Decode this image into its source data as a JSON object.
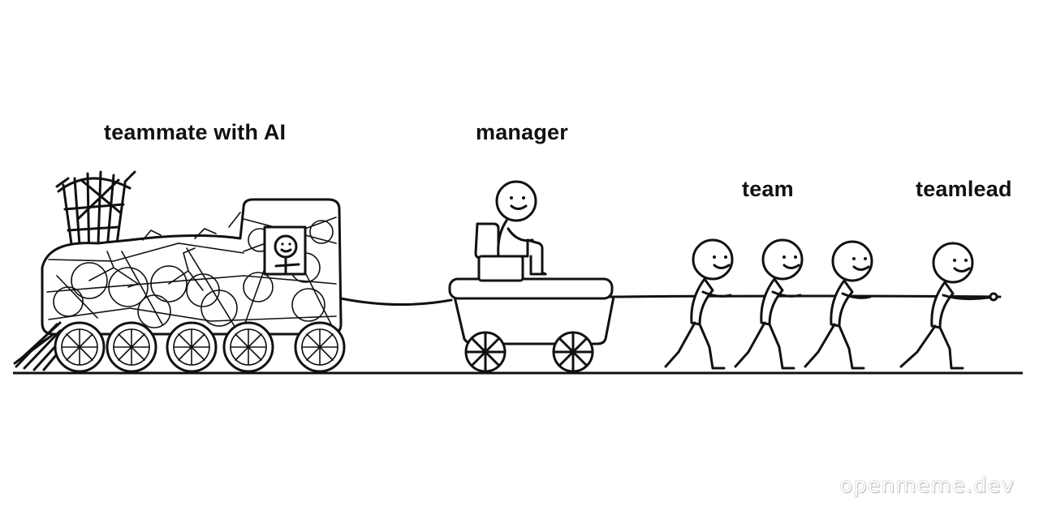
{
  "labels": {
    "teammate_with_ai": "teammate with AI",
    "manager": "manager",
    "team": "team",
    "teamlead": "teamlead"
  },
  "watermark": "openmeme.dev",
  "colors": {
    "ink": "#111111",
    "background": "#ffffff"
  }
}
